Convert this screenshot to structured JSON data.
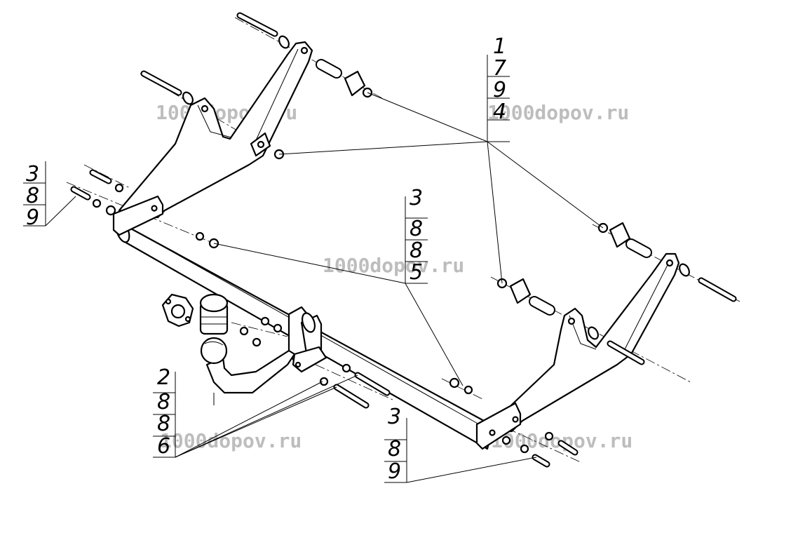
{
  "watermark": "1000dopov.ru",
  "callouts": [
    {
      "id": "callout-top-right",
      "digits": [
        "1",
        "7",
        "9",
        "4"
      ]
    },
    {
      "id": "callout-left",
      "digits": [
        "3",
        "8",
        "9"
      ]
    },
    {
      "id": "callout-center",
      "digits": [
        "3",
        "8",
        "8",
        "5"
      ]
    },
    {
      "id": "callout-bottom-left",
      "digits": [
        "2",
        "8",
        "8",
        "6"
      ]
    },
    {
      "id": "callout-bottom-center",
      "digits": [
        "3",
        "8",
        "9"
      ]
    }
  ]
}
